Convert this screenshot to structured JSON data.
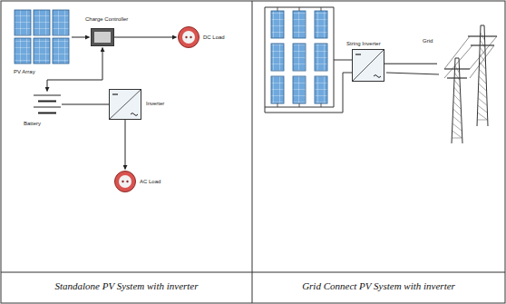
{
  "diagram": {
    "nodes": [
      {
        "text": [
          "PV Array"
        ]
      },
      {
        "text": [
          "Charge Controller"
        ]
      },
      {
        "text": [
          "DC Load"
        ]
      },
      {
        "text": [
          "Battery"
        ]
      },
      {
        "text": [
          "Inverter"
        ]
      },
      {
        "text": [
          "AC Load"
        ]
      },
      {
        "text": [
          "String Inverter"
        ]
      },
      {
        "text": [
          "Grid"
        ]
      }
    ],
    "edges": [
      {
        "from": 0,
        "to": 1,
        "arrow": "to"
      },
      {
        "from": 1,
        "to": 2,
        "arrow": "to"
      },
      {
        "from": 1,
        "to": 3,
        "arrow": "both"
      },
      {
        "from": 3,
        "to": 4,
        "arrow": "none"
      },
      {
        "from": 4,
        "to": 5,
        "arrow": "to"
      },
      {
        "from": 6,
        "to": 7,
        "arrow": "none"
      }
    ],
    "labels": [
      "Standalone PV System with inverter",
      "Grid Connect PV System with inverter"
    ]
  }
}
